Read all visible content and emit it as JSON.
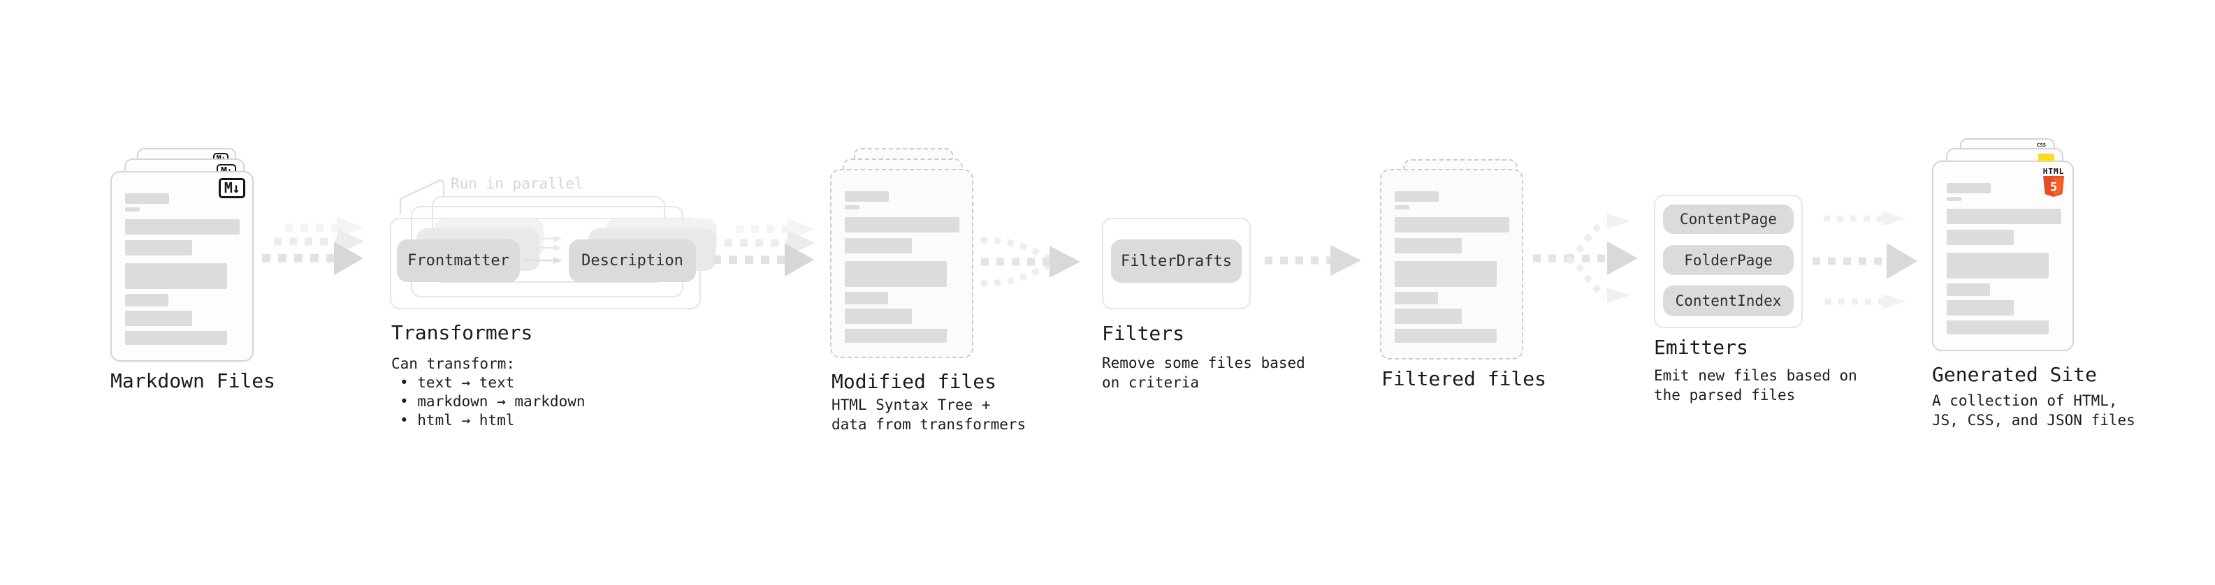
{
  "stages": {
    "markdown": {
      "label": "Markdown Files",
      "badge": "M↓"
    },
    "transformers": {
      "annotation": "Run in parallel",
      "input_pill": "Frontmatter",
      "output_pill": "Description",
      "heading": "Transformers",
      "description_title": "Can transform:",
      "bullets": [
        "• text → text",
        "• markdown → markdown",
        "• html → html"
      ]
    },
    "modified": {
      "label": "Modified files",
      "description": [
        "HTML Syntax Tree +",
        "data from transformers"
      ]
    },
    "filters": {
      "pill": "FilterDrafts",
      "heading": "Filters",
      "description": [
        "Remove some files based",
        "on criteria"
      ]
    },
    "filtered": {
      "label": "Filtered files"
    },
    "emitters": {
      "pills": [
        "ContentPage",
        "FolderPage",
        "ContentIndex"
      ],
      "heading": "Emitters",
      "description": [
        "Emit new files based on",
        "the parsed files"
      ]
    },
    "generated": {
      "label": "Generated Site",
      "description": [
        "A collection of HTML,",
        "JS, CSS, and JSON files"
      ],
      "badges": {
        "html5_text": "HTML",
        "html5_number": "5",
        "css_text": "CSS"
      }
    }
  },
  "colors": {
    "html5_orange": "#e44d26",
    "html5_orange_light": "#f16529",
    "js_yellow": "#f7df1e",
    "css_blue": "#2c65f2",
    "bar_gray": "#dcdcdc",
    "pill_gray": "#dbdbdb"
  }
}
